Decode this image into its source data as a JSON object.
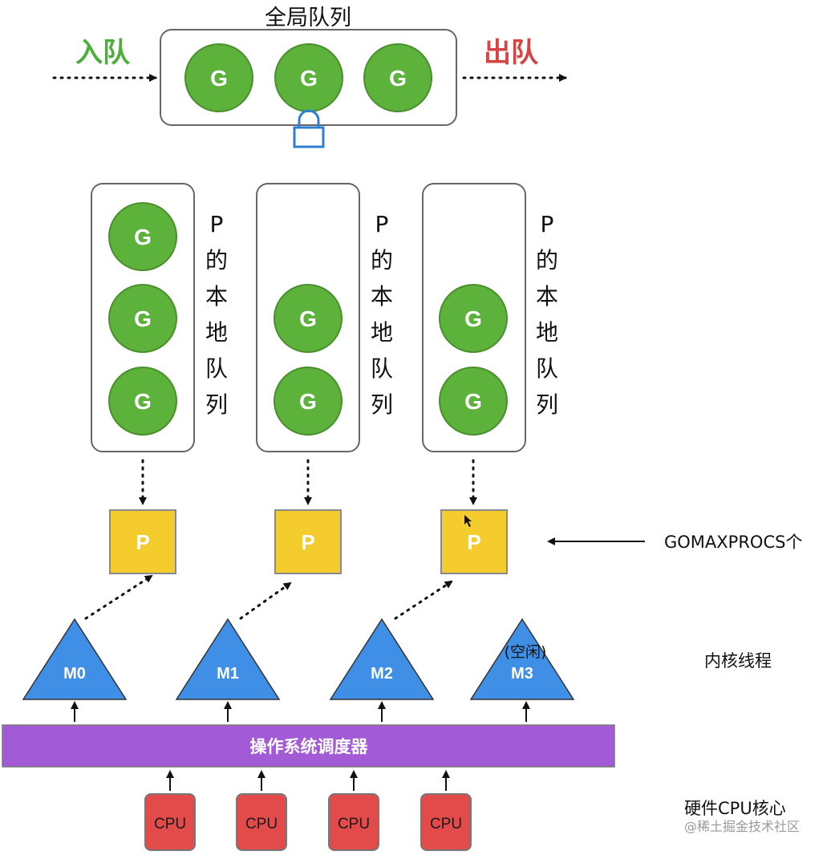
{
  "global_queue": {
    "title": "全局队列",
    "enqueue_label": "入队",
    "dequeue_label": "出队",
    "items": [
      "G",
      "G",
      "G"
    ]
  },
  "local_queues": [
    {
      "label": "P的本地队列",
      "items": [
        "G",
        "G",
        "G"
      ]
    },
    {
      "label": "P的本地队列",
      "items": [
        "G",
        "G"
      ]
    },
    {
      "label": "P的本地队列",
      "items": [
        "G",
        "G"
      ]
    }
  ],
  "processors": [
    "P",
    "P",
    "P"
  ],
  "gomaxprocs_label": "GOMAXPROCS个",
  "threads": [
    {
      "label": "M0",
      "note": ""
    },
    {
      "label": "M1",
      "note": ""
    },
    {
      "label": "M2",
      "note": ""
    },
    {
      "label": "M3",
      "note": "(空闲)"
    }
  ],
  "kernel_thread_label": "内核线程",
  "scheduler_label": "操作系统调度器",
  "cpus": [
    "CPU",
    "CPU",
    "CPU",
    "CPU"
  ],
  "hardware_label": "硬件CPU核心",
  "watermark": "@稀土掘金技术社区",
  "colors": {
    "goroutine": "#5db23b",
    "processor": "#f4cc2e",
    "thread": "#3f8fe6",
    "scheduler": "#a35ad6",
    "cpu": "#e34b4b",
    "enqueue": "#4caf3a",
    "dequeue": "#d64545",
    "lock": "#2f7fd1"
  }
}
